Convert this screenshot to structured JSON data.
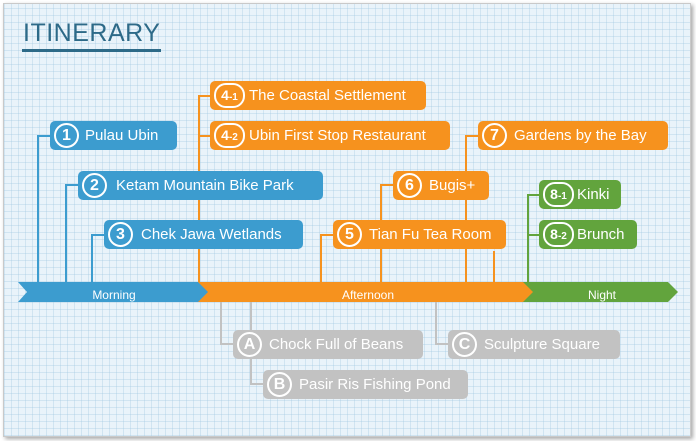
{
  "title": "ITINERARY",
  "colors": {
    "morning": "#3c9ccf",
    "afternoon": "#f6921e",
    "night": "#62a43d",
    "optional": "#c2c2c2",
    "title": "#2d6a88"
  },
  "timeline": {
    "morning": "Morning",
    "afternoon": "Afternoon",
    "night": "Night"
  },
  "stops": [
    {
      "id": "1",
      "label": "Pulau Ubin"
    },
    {
      "id": "2",
      "label": "Ketam Mountain Bike Park"
    },
    {
      "id": "3",
      "label": "Chek Jawa Wetlands"
    },
    {
      "id": "4",
      "sub": "-1",
      "label": "The Coastal Settlement"
    },
    {
      "id": "4",
      "sub": "-2",
      "label": "Ubin First Stop Restaurant"
    },
    {
      "id": "5",
      "label": "Tian Fu Tea Room"
    },
    {
      "id": "6",
      "label": "Bugis+"
    },
    {
      "id": "7",
      "label": "Gardens by the Bay"
    },
    {
      "id": "8",
      "sub": "-1",
      "label": "Kinki"
    },
    {
      "id": "8",
      "sub": "-2",
      "label": "Brunch"
    }
  ],
  "alternatives": [
    {
      "id": "A",
      "label": "Chock Full of Beans"
    },
    {
      "id": "B",
      "label": "Pasir Ris Fishing Pond"
    },
    {
      "id": "C",
      "label": "Sculpture Square"
    }
  ]
}
